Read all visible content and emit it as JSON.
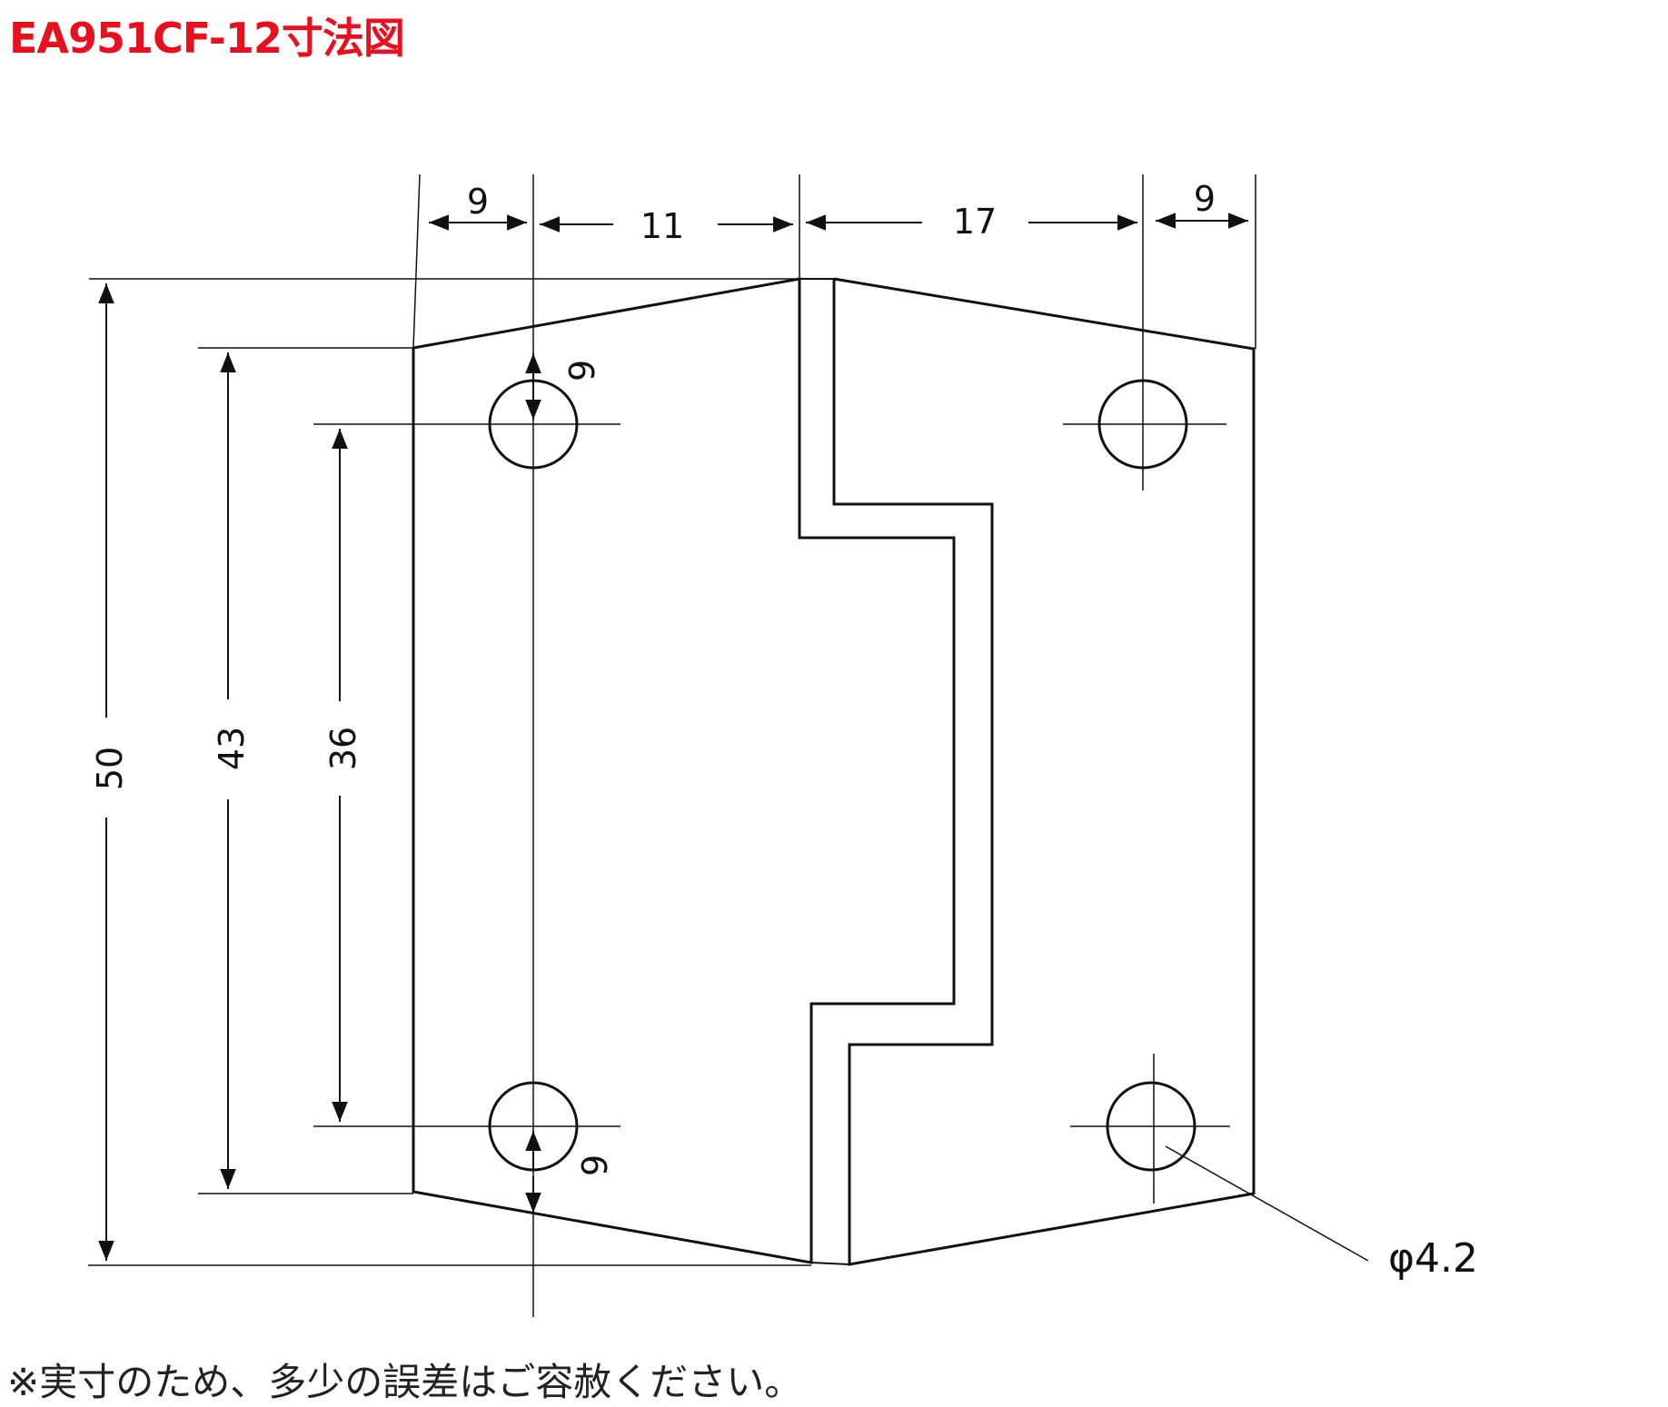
{
  "title": "EA951CF-12寸法図",
  "title_color": "#e8101e",
  "footnote": "※実寸のため、多少の誤差はご容赦ください。",
  "dimensions": {
    "top_left_margin": "9",
    "top_center_left": "11",
    "top_center_right": "17",
    "top_right_margin": "9",
    "overall_height": "50",
    "edge_hole_height": "43",
    "hole_pitch": "36",
    "hole_offset_top": "6",
    "hole_offset_bottom": "6",
    "hole_diameter": "φ4.2"
  }
}
